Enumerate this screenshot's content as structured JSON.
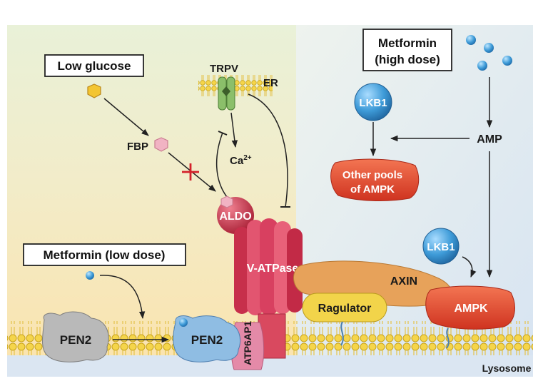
{
  "boxes": {
    "low_glucose": "Low glucose",
    "metformin_high_line1": "Metformin",
    "metformin_high_line2": "(high dose)",
    "metformin_low": "Metformin (low dose)"
  },
  "labels": {
    "trpv": "TRPV",
    "er": "ER",
    "fbp": "FBP",
    "calcium": "Ca",
    "calcium_sup": "2+",
    "aldo": "ALDO",
    "amp": "AMP",
    "v_atpase": "V-ATPase",
    "axin": "AXIN",
    "ragulator": "Ragulator",
    "ampk": "AMPK",
    "lkb1_top": "LKB1",
    "lkb1_mid": "LKB1",
    "other_pools_line1": "Other pools",
    "other_pools_line2": "of AMPK",
    "pen2_left": "PEN2",
    "pen2_right": "PEN2",
    "atp6ap1": "ATP6AP1",
    "lysosome": "Lysosome"
  },
  "colors": {
    "bg_green": "#e9f1d8",
    "bg_yellow": "#fbe6b4",
    "bg_blue": "#dde8f3",
    "membrane": "#f3d24a",
    "vatpase": "#d8455e",
    "aldo": "#c0243b",
    "ampk": "#e2452c",
    "lkb1": "#3e9bd8",
    "axin": "#e7a25a",
    "ragulator": "#f2d44a",
    "pen2_gray": "#b9b9b9",
    "pen2_blue": "#8fbde3",
    "atp6ap1": "#e48aa8",
    "inhibit_mark": "#d4202a"
  }
}
